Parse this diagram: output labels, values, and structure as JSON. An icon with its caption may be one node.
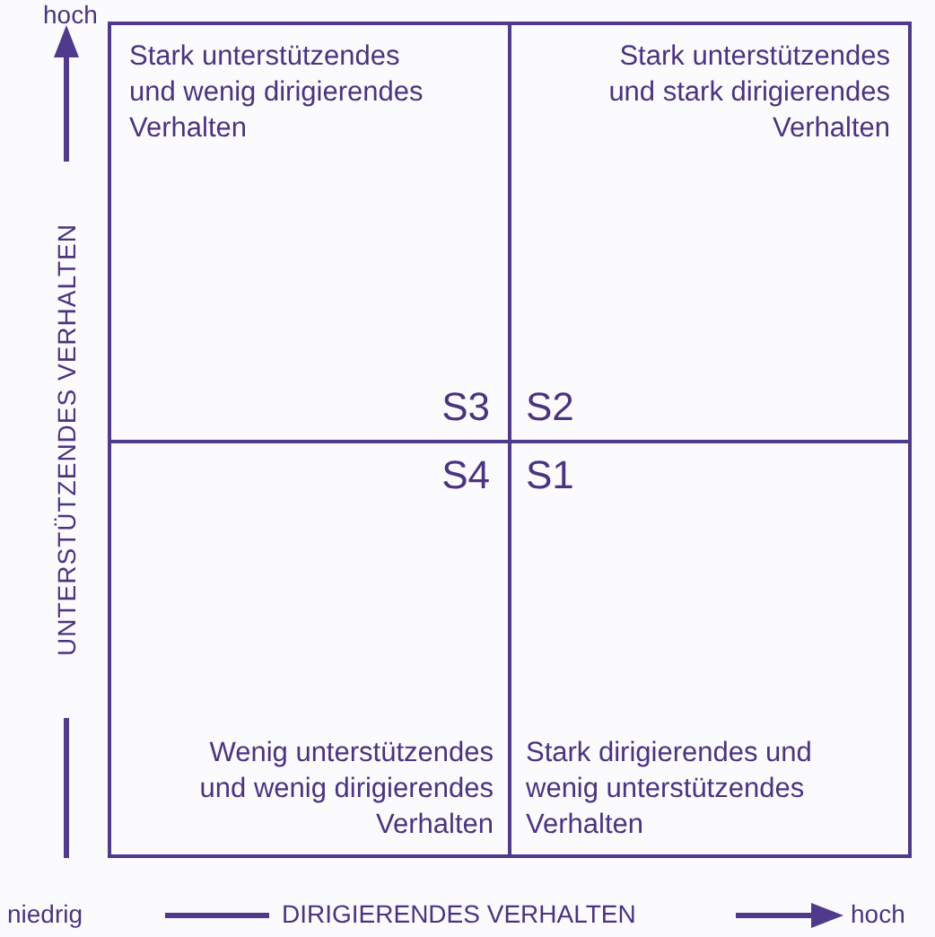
{
  "diagram": {
    "nodes": [
      {
        "text": [
          "Stark unterstützendes und wenig dirigierendes Verhalten",
          "S3"
        ]
      },
      {
        "text": [
          "Stark unterstützendes und stark dirigierendes Verhalten",
          "S2"
        ]
      },
      {
        "text": [
          "S4",
          "Wenig unterstützendes und wenig dirigierendes Verhalten"
        ]
      },
      {
        "text": [
          "S1",
          "Stark dirigierendes und wenig unterstützendes Verhalten"
        ]
      }
    ],
    "labels": [
      "hoch",
      "UNTERSTÜTZENDES VERHALTEN",
      "niedrig",
      "DIRIGIERENDES VERHALTEN",
      "hoch"
    ]
  }
}
